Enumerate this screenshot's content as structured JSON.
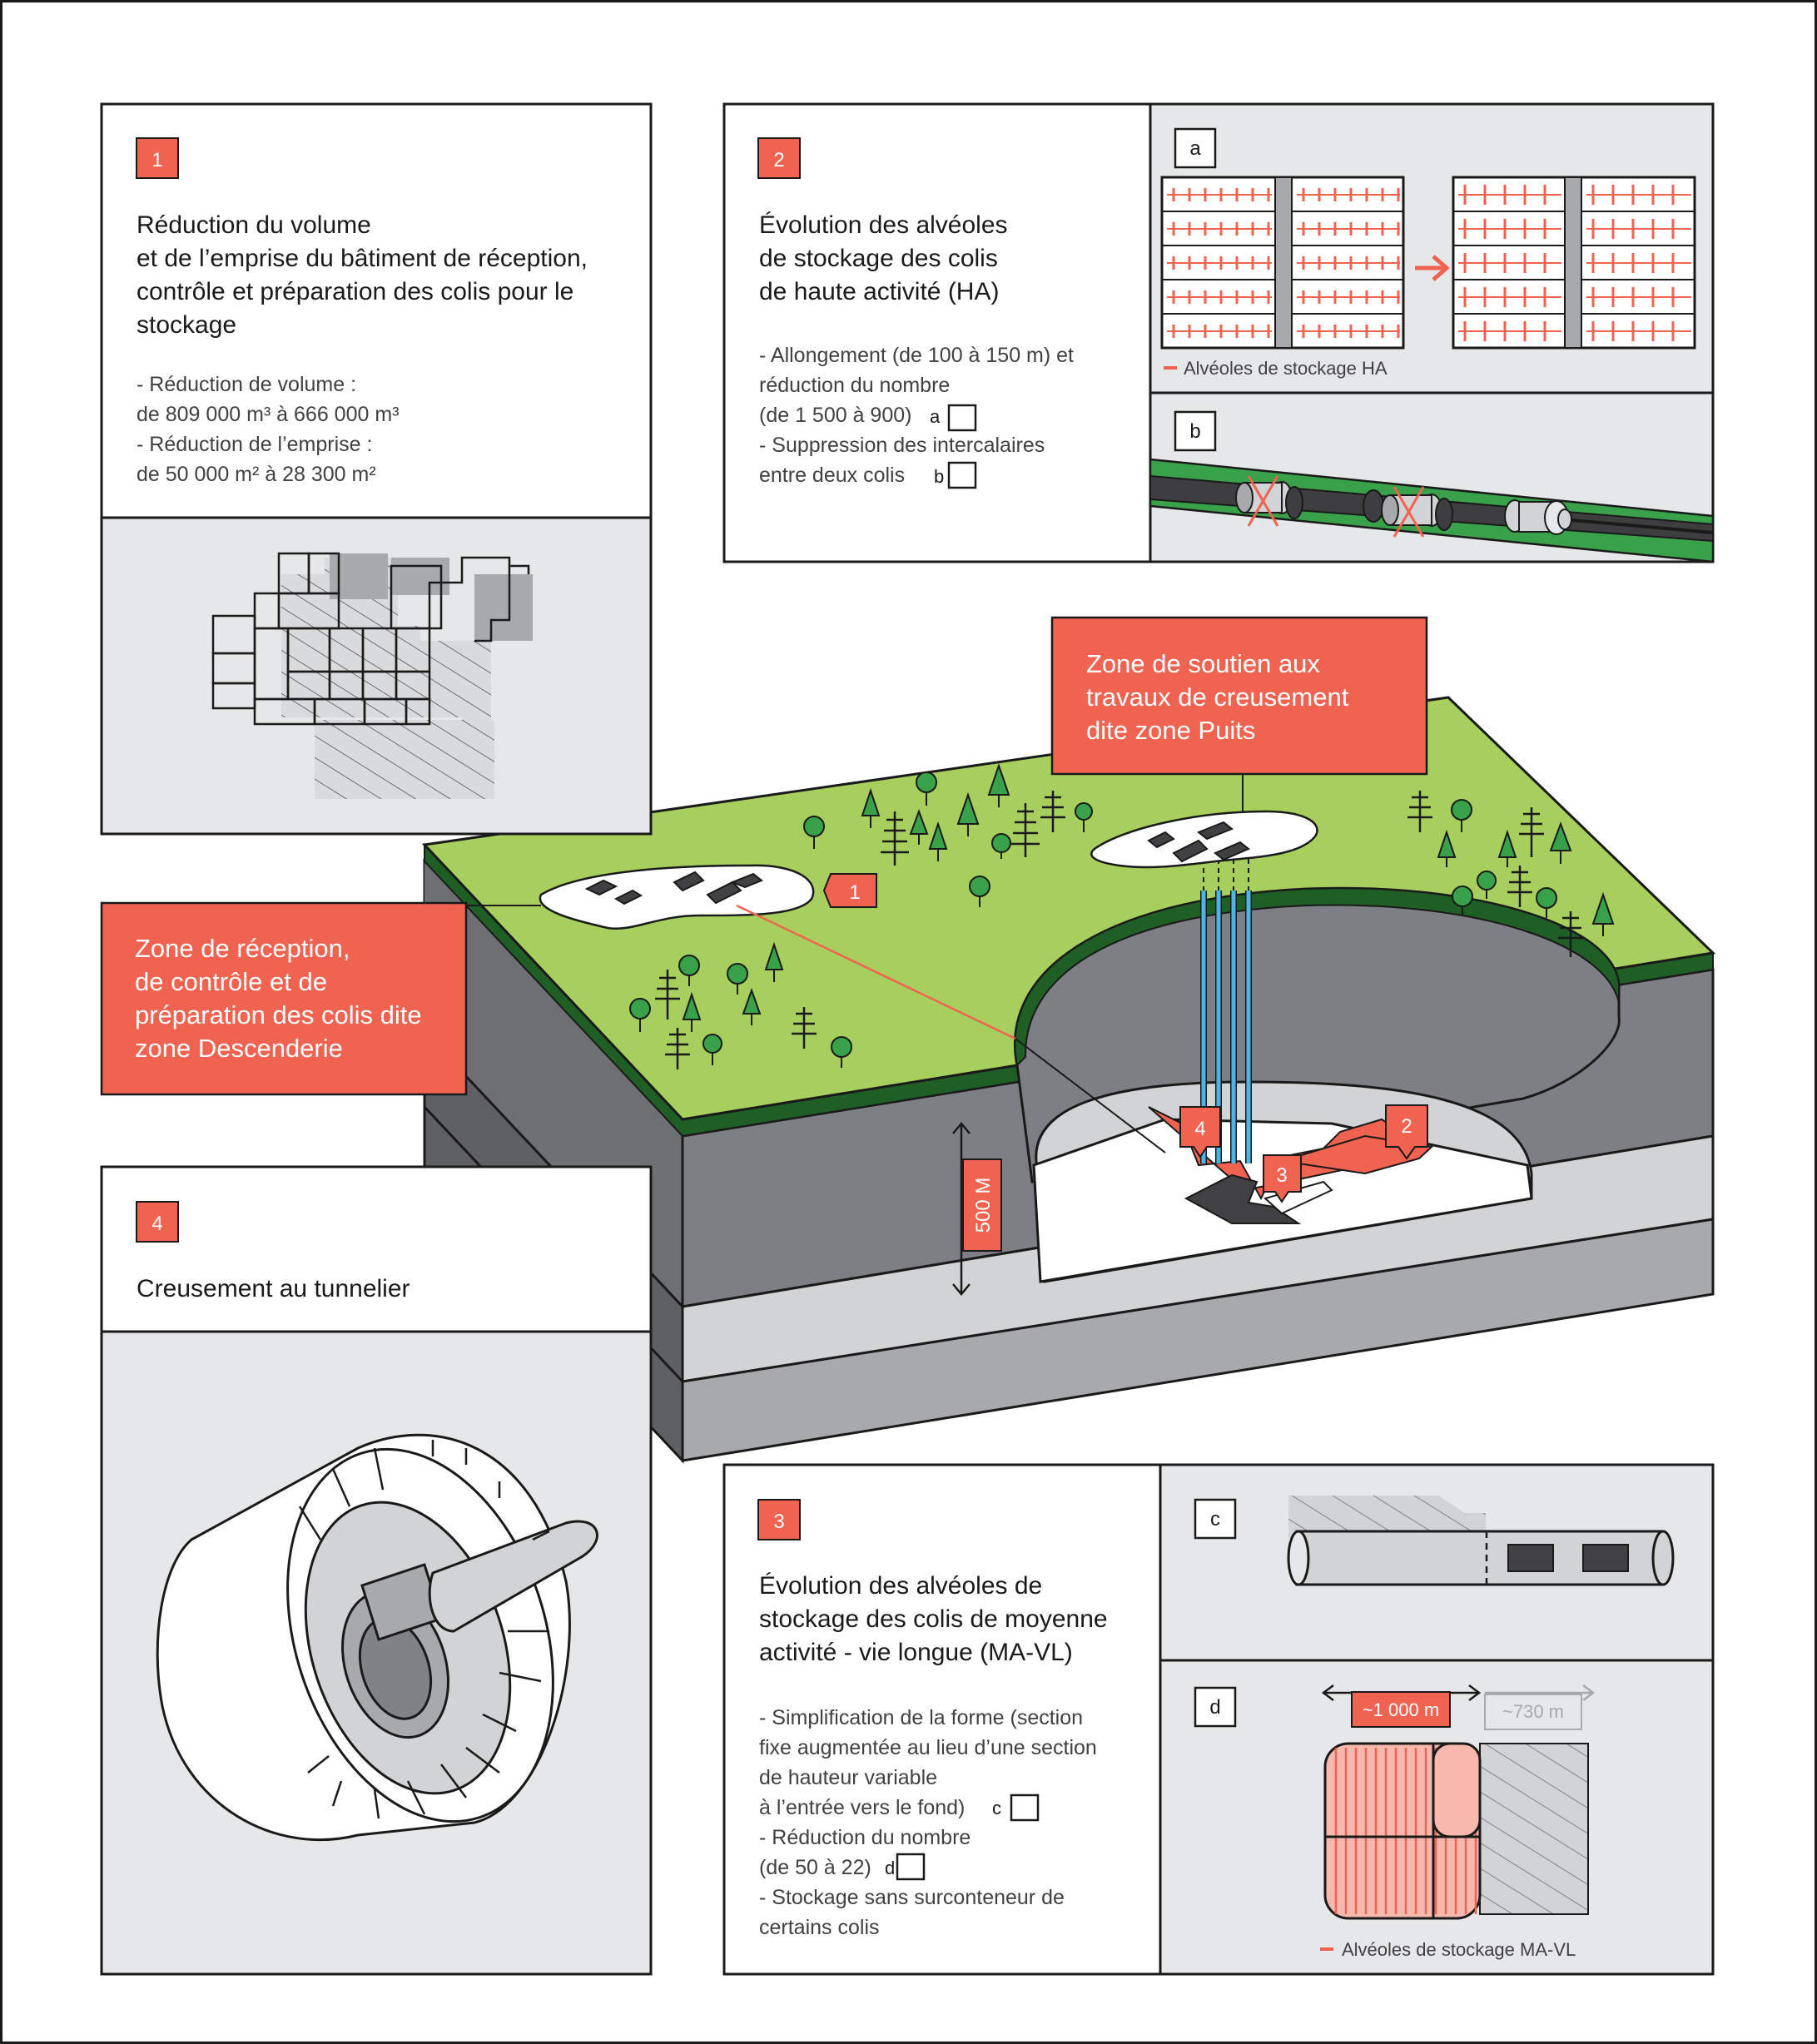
{
  "panel1": {
    "number": "1",
    "title_lines": [
      "Réduction du volume",
      "et de l’emprise du bâtiment de réception,",
      "contrôle et préparation des colis pour le",
      "stockage"
    ],
    "bullets": [
      "- Réduction de volume :",
      "de 809 000 m³ à 666 000 m³",
      "- Réduction de l’emprise :",
      "de 50 000 m² à 28 300 m²"
    ]
  },
  "panel2": {
    "number": "2",
    "title_lines": [
      "Évolution des alvéoles",
      "de stockage des colis",
      "de haute activité (HA)"
    ],
    "bullets": [
      "- Allongement (de 100 à 150 m) et",
      "réduction du nombre",
      "(de 1 500 à 900)",
      "- Suppression des intercalaires",
      "entre deux colis"
    ],
    "ref_a": "a",
    "ref_b": "b",
    "sub_a_label": "a",
    "sub_b_label": "b",
    "legend": "Alvéoles de stockage HA"
  },
  "panel3": {
    "number": "3",
    "title_lines": [
      "Évolution des alvéoles de",
      "stockage des colis de moyenne",
      "activité - vie longue (MA-VL)"
    ],
    "bullets": [
      "- Simplification de la forme (section",
      "fixe augmentée au lieu d’une section",
      "de hauteur variable",
      "à l’entrée vers le fond)",
      "- Réduction du nombre",
      "(de 50 à 22)",
      "- Stockage sans surconteneur de",
      "certains colis"
    ],
    "ref_c": "c",
    "ref_d": "d",
    "sub_c_label": "c",
    "sub_d_label": "d",
    "dim_new": "~1 000 m",
    "dim_old": "~730 m",
    "legend": "Alvéoles de stockage MA-VL"
  },
  "panel4": {
    "number": "4",
    "title": "Creusement au tunnelier"
  },
  "main": {
    "zone_puits": [
      "Zone de soutien aux",
      "travaux de creusement",
      "dite zone Puits"
    ],
    "zone_descenderie": [
      "Zone de réception,",
      "de contrôle et de",
      "préparation des colis dite",
      "zone Descenderie"
    ],
    "depth": "500 M",
    "marker_1": "1",
    "marker_2": "2",
    "marker_3": "3",
    "marker_4": "4"
  },
  "colors": {
    "accent": "#f06350",
    "grass": "#a6cf5e",
    "grass_dark": "#1f5e25",
    "tree": "#3aa14b",
    "shaft_blue": "#4cb5e6",
    "panel_bg": "#e6e7e8",
    "rock_dark": "#7d7f84",
    "rock_mid": "#a7a9ac",
    "rock_light": "#d1d3d4"
  }
}
